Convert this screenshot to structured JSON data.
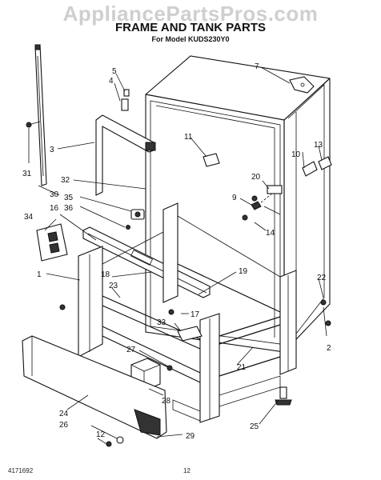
{
  "watermark": "AppliancePartsPros.com",
  "title": "FRAME AND TANK PARTS",
  "subtitle": "For Model KUDS230Y0",
  "doc_id": "4171692",
  "page_number": "12",
  "callouts": [
    "1",
    "2",
    "3",
    "4",
    "5",
    "7",
    "9",
    "10",
    "11",
    "12",
    "13",
    "14",
    "16",
    "17",
    "18",
    "19",
    "20",
    "21",
    "22",
    "23",
    "24",
    "25",
    "26",
    "27",
    "28",
    "29",
    "30",
    "31",
    "32",
    "33",
    "34",
    "35",
    "36"
  ],
  "labels": {
    "c1": "1",
    "c2a": "2",
    "c2b": "2",
    "c3": "3",
    "c4": "4",
    "c5": "5",
    "c7": "7",
    "c9": "9",
    "c10": "10",
    "c11": "11",
    "c12": "12",
    "c13": "13",
    "c14": "14",
    "c16": "16",
    "c17": "17",
    "c18": "18",
    "c19": "19",
    "c20": "20",
    "c21": "21",
    "c22": "22",
    "c23": "23",
    "c24": "24",
    "c25": "25",
    "c26": "26",
    "c27": "27",
    "c28": "28",
    "c29": "29",
    "c30": "30",
    "c31": "31",
    "c32": "32",
    "c33": "33",
    "c34": "34",
    "c35": "35",
    "c36": "36"
  }
}
